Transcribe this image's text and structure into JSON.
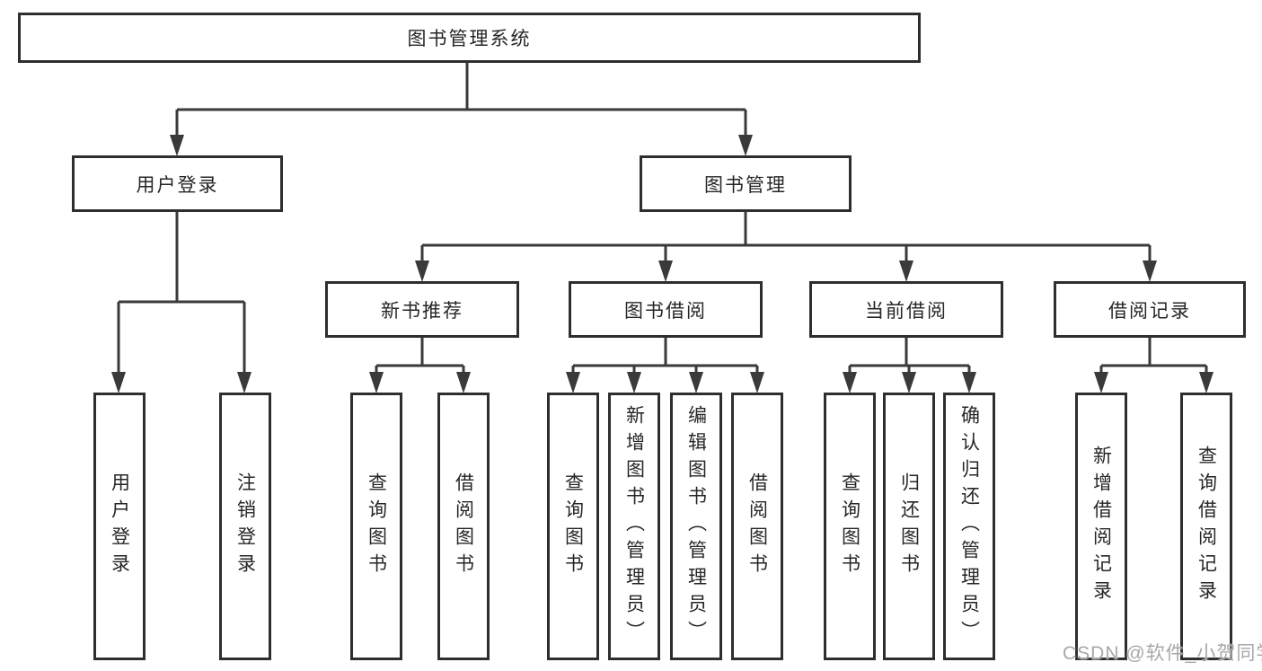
{
  "title": "图书管理系统",
  "watermark": "CSDN @软件_小贺同学",
  "colors": {
    "background": "#ffffff",
    "line": "#3a3a3a",
    "box_border": "#2e2e2e",
    "box_fill": "#ffffff",
    "text": "#262626",
    "watermark": "#a8a8a8"
  },
  "nodes": {
    "root": "图书管理系统",
    "user_login": "用户登录",
    "book_management": "图书管理",
    "new_book_recommend": "新书推荐",
    "book_borrow": "图书借阅",
    "current_borrow": "当前借阅",
    "borrow_record": "借阅记录",
    "leaf_user_login": "用户登录",
    "leaf_logout": "注销登录",
    "leaf_nb_query_book": "查询图书",
    "leaf_nb_borrow_book": "借阅图书",
    "leaf_bb_query_book": "查询图书",
    "leaf_bb_add_book": "新增图书（管理员）",
    "leaf_bb_edit_book": "编辑图书（管理员）",
    "leaf_bb_borrow_book": "借阅图书",
    "leaf_cb_query_book": "查询图书",
    "leaf_cb_return_book": "归还图书",
    "leaf_cb_confirm_return": "确认归还（管理员）",
    "leaf_br_add_record": "新增借阅记录",
    "leaf_br_query_record": "查询借阅记录"
  },
  "hierarchy": {
    "label": "图书管理系统",
    "children": [
      {
        "label": "用户登录",
        "children": [
          {
            "label": "用户登录"
          },
          {
            "label": "注销登录"
          }
        ]
      },
      {
        "label": "图书管理",
        "children": [
          {
            "label": "新书推荐",
            "children": [
              {
                "label": "查询图书"
              },
              {
                "label": "借阅图书"
              }
            ]
          },
          {
            "label": "图书借阅",
            "children": [
              {
                "label": "查询图书"
              },
              {
                "label": "新增图书（管理员）"
              },
              {
                "label": "编辑图书（管理员）"
              },
              {
                "label": "借阅图书"
              }
            ]
          },
          {
            "label": "当前借阅",
            "children": [
              {
                "label": "查询图书"
              },
              {
                "label": "归还图书"
              },
              {
                "label": "确认归还（管理员）"
              }
            ]
          },
          {
            "label": "借阅记录",
            "children": [
              {
                "label": "新增借阅记录"
              },
              {
                "label": "查询借阅记录"
              }
            ]
          }
        ]
      }
    ]
  }
}
